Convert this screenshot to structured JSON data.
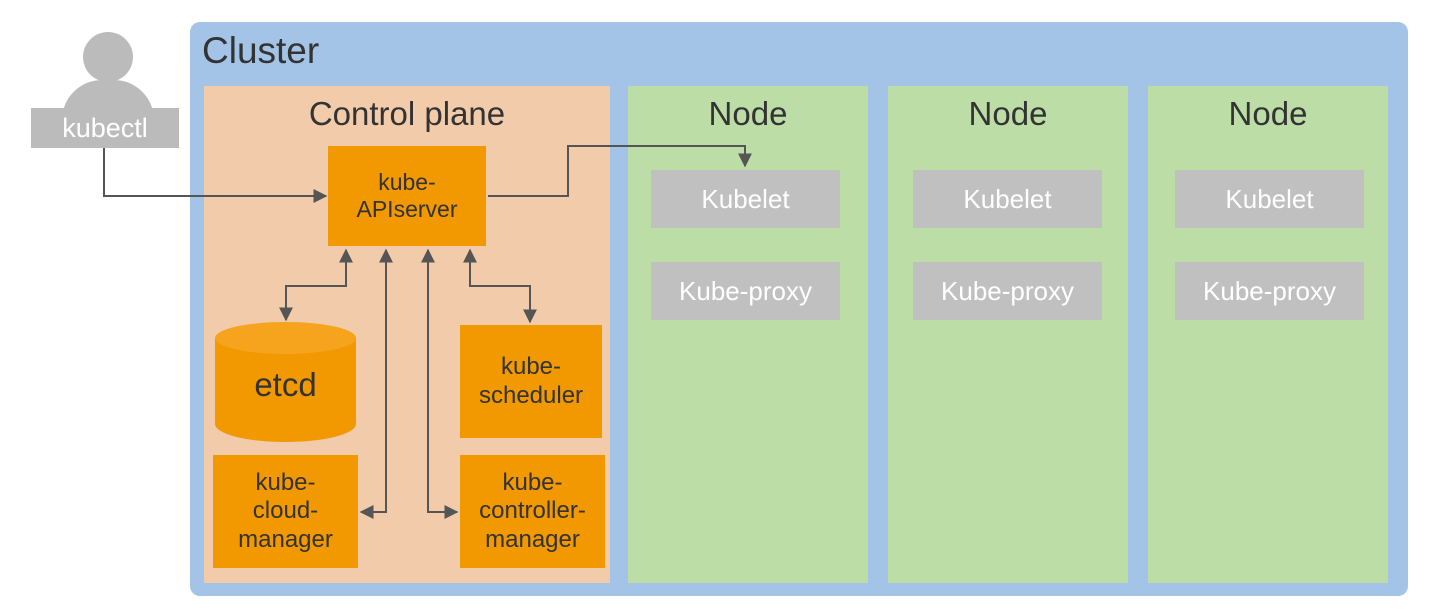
{
  "user": {
    "label": "kubectl"
  },
  "cluster": {
    "title": "Cluster",
    "control_plane": {
      "title": "Control plane",
      "apiserver": {
        "line1": "kube-",
        "line2": "APIserver"
      },
      "etcd": {
        "label": "etcd"
      },
      "scheduler": {
        "line1": "kube-",
        "line2": "scheduler"
      },
      "cloud_manager": {
        "line1": "kube-",
        "line2": "cloud-",
        "line3": "manager"
      },
      "controller_manager": {
        "line1": "kube-",
        "line2": "controller-",
        "line3": "manager"
      }
    },
    "nodes": [
      {
        "title": "Node",
        "kubelet": "Kubelet",
        "proxy": "Kube-proxy"
      },
      {
        "title": "Node",
        "kubelet": "Kubelet",
        "proxy": "Kube-proxy"
      },
      {
        "title": "Node",
        "kubelet": "Kubelet",
        "proxy": "Kube-proxy"
      }
    ]
  },
  "colors": {
    "cluster_bg": "#a3c4e6",
    "control_plane_bg": "#f2ccaa",
    "component_orange": "#f29800",
    "node_green": "#bddda7",
    "node_box_gray": "#c0c0c0",
    "user_gray": "#bbbbbb",
    "connector": "#555555"
  },
  "icons": {
    "user": "person-icon"
  }
}
